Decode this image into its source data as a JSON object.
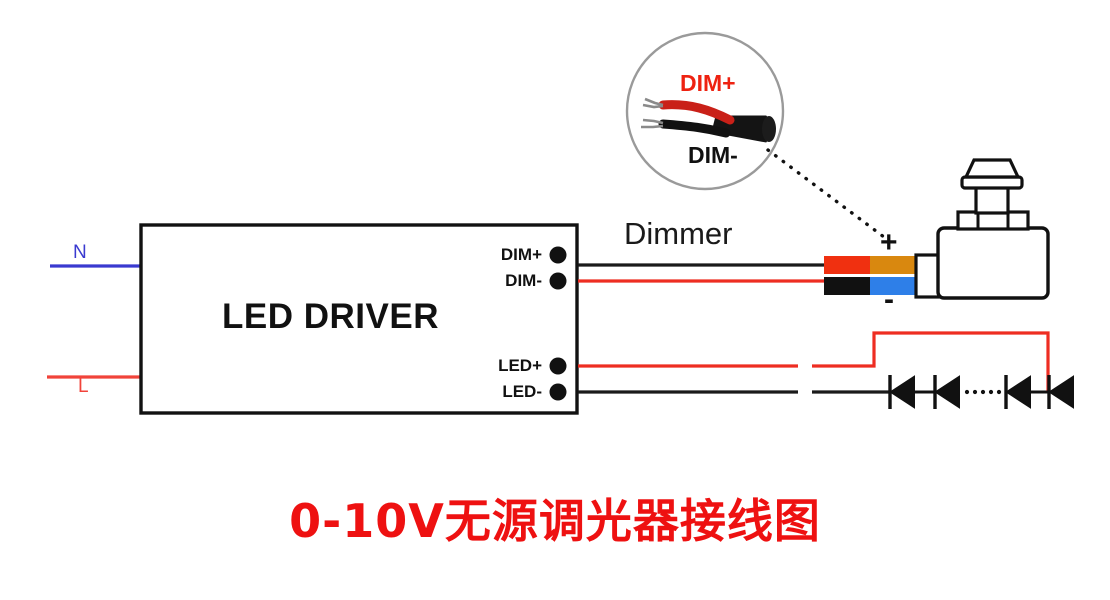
{
  "diagram": {
    "title": "0-10V无源调光器接线图",
    "mains": {
      "neutral_label": "N",
      "neutral_color": "#3a3ad0",
      "live_label": "L",
      "live_color": "#f1433a"
    },
    "driver": {
      "label": "LED DRIVER",
      "terminals": [
        {
          "label": "DIM+",
          "wire_color": "#1a1a1a"
        },
        {
          "label": "DIM-",
          "wire_color": "#ee2d22"
        },
        {
          "label": "LED+",
          "wire_color": "#ee2d22"
        },
        {
          "label": "LED-",
          "wire_color": "#1a1a1a"
        }
      ]
    },
    "dimmer": {
      "label": "Dimmer",
      "plus_label": "+",
      "minus_label": "-",
      "wire_colors": {
        "red": "#f03010",
        "orange": "#d9880f",
        "black": "#111111",
        "blue": "#2e7fe8"
      }
    },
    "callout": {
      "dim_plus_label": "DIM+",
      "dim_plus_color": "#ee2211",
      "dim_minus_label": "DIM-",
      "dim_minus_color": "#111111"
    },
    "led_chain": {
      "diode_count": 4,
      "continuation_marker": "····"
    }
  }
}
